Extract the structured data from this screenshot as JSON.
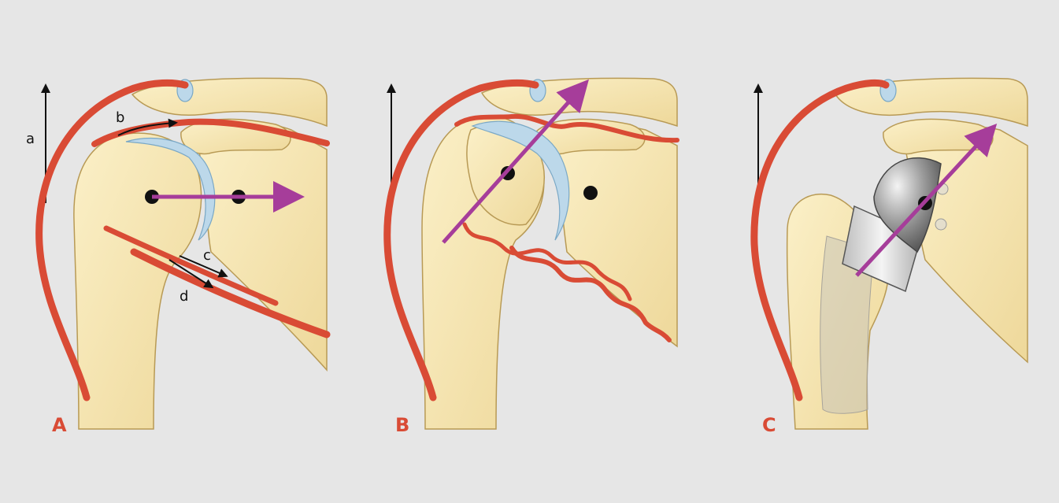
{
  "colors": {
    "background": "#e6e6e6",
    "bone": "#f5e6b2",
    "bone_outline": "#b89a55",
    "muscle": "#d94b35",
    "cartilage": "#bcd8ea",
    "force_arrow": "#a63d9a",
    "implant_metal": "#9a9a9a",
    "panel_label": "#d94b35"
  },
  "panels": [
    {
      "label": "A",
      "annotations": {
        "a": "a",
        "b": "b",
        "c": "c",
        "d": "d"
      }
    },
    {
      "label": "B"
    },
    {
      "label": "C"
    }
  ]
}
